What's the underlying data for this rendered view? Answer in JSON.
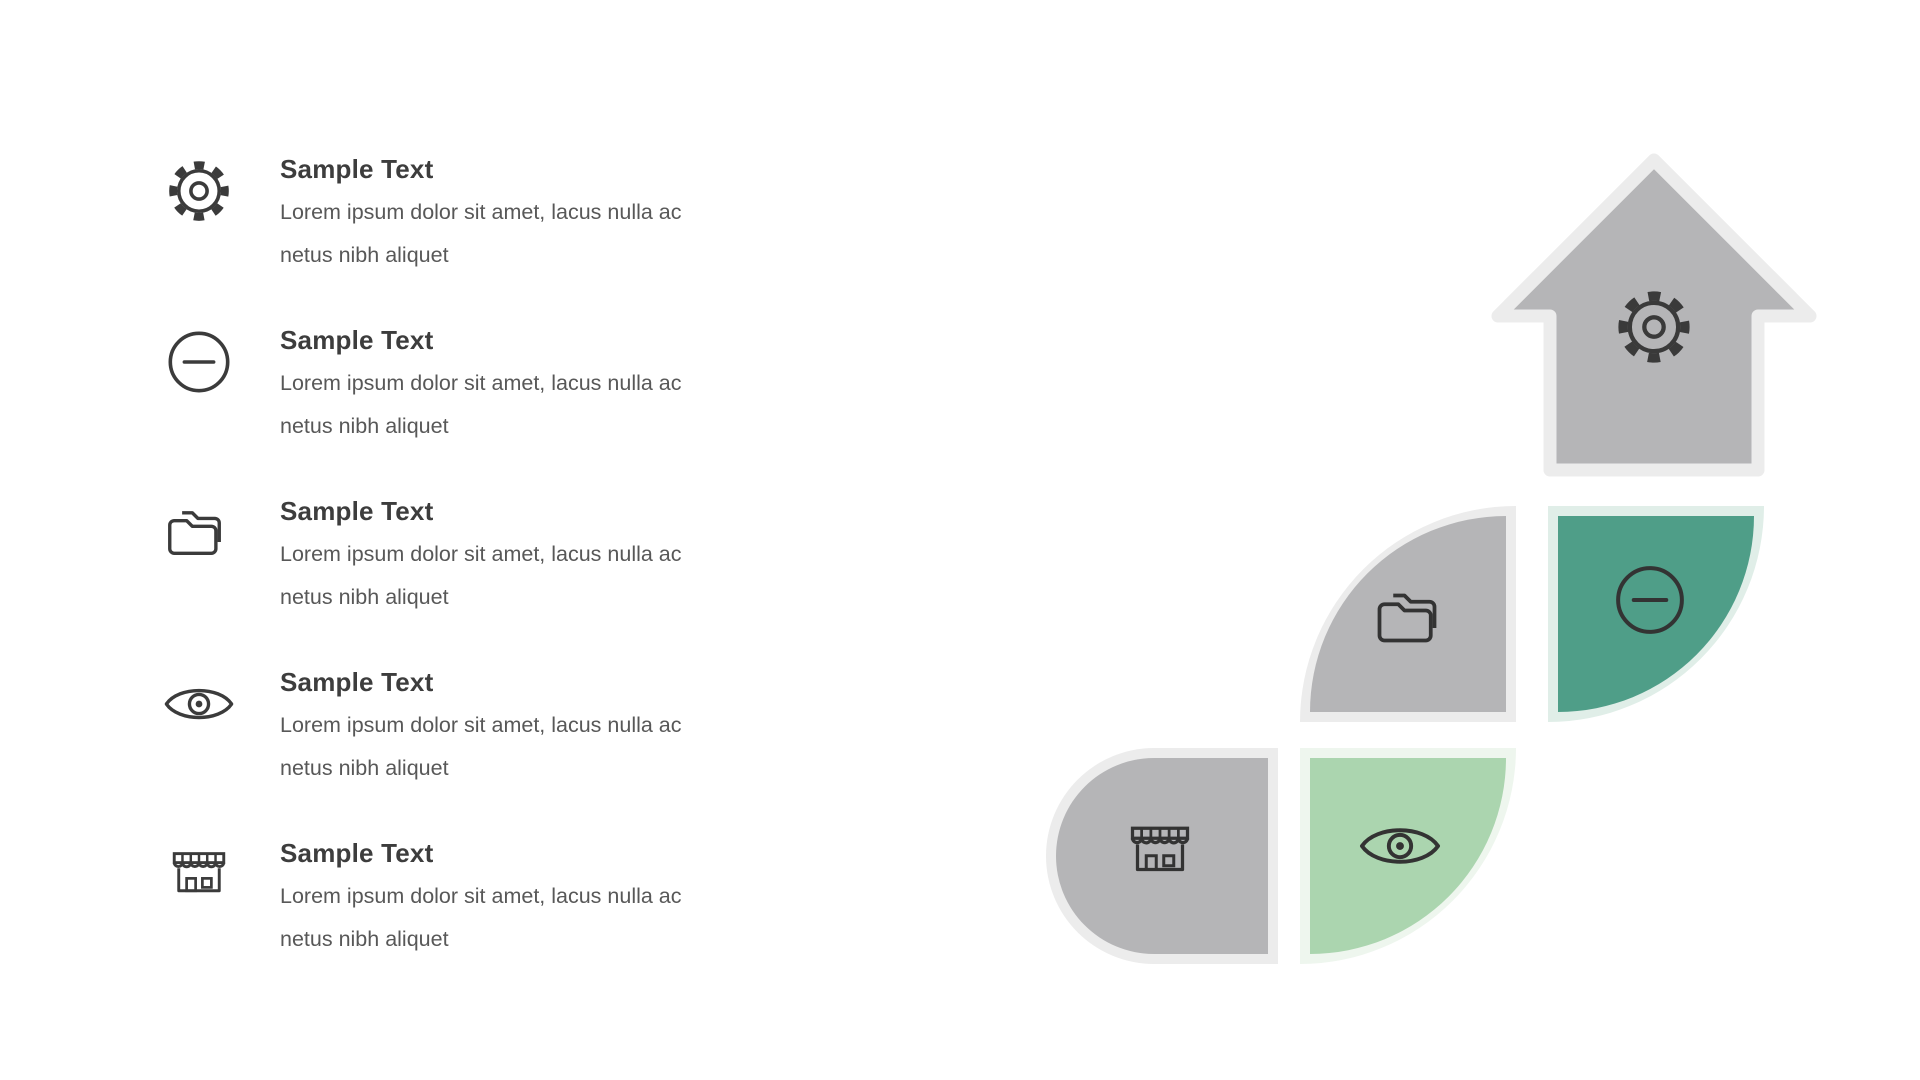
{
  "slide": {
    "background": "#ffffff",
    "colors": {
      "gray": "#b5b5b7",
      "gray_halo": "#ececec",
      "teal": "#4f9e88",
      "teal_halo": "#e0eee8",
      "light_green": "#abd5af",
      "light_green_halo": "#eef6ee",
      "icon_stroke": "#3a3a3a",
      "heading_text": "#3d3d3d",
      "body_text": "#585858"
    },
    "list": {
      "items": [
        {
          "icon": "gear-icon",
          "title": "Sample Text",
          "body": "Lorem ipsum dolor sit amet, lacus nulla ac netus nibh aliquet"
        },
        {
          "icon": "minus-circle-icon",
          "title": "Sample Text",
          "body": "Lorem ipsum dolor sit amet, lacus nulla ac netus nibh aliquet"
        },
        {
          "icon": "folder-icon",
          "title": "Sample Text",
          "body": "Lorem ipsum dolor sit amet, lacus nulla ac netus nibh aliquet"
        },
        {
          "icon": "eye-icon",
          "title": "Sample Text",
          "body": "Lorem ipsum dolor sit amet, lacus nulla ac netus nibh aliquet"
        },
        {
          "icon": "store-icon",
          "title": "Sample Text",
          "body": "Lorem ipsum dolor sit amet, lacus nulla ac netus nibh aliquet"
        }
      ]
    },
    "diagram": {
      "arrow": {
        "icon": "gear-icon",
        "fill": "#b5b5b7",
        "halo": "#ececec"
      },
      "tiles": [
        {
          "icon": "folder-icon",
          "fill": "#b5b5b7",
          "shape": "quarter-top-left",
          "position": "row1-left"
        },
        {
          "icon": "minus-circle-icon",
          "fill": "#4f9e88",
          "shape": "quarter-bottom-right",
          "position": "row1-right"
        },
        {
          "icon": "store-icon",
          "fill": "#b5b5b7",
          "shape": "pill-left",
          "position": "row2-left"
        },
        {
          "icon": "eye-icon",
          "fill": "#abd5af",
          "shape": "quarter-bottom-right",
          "position": "row2-right"
        }
      ]
    }
  }
}
